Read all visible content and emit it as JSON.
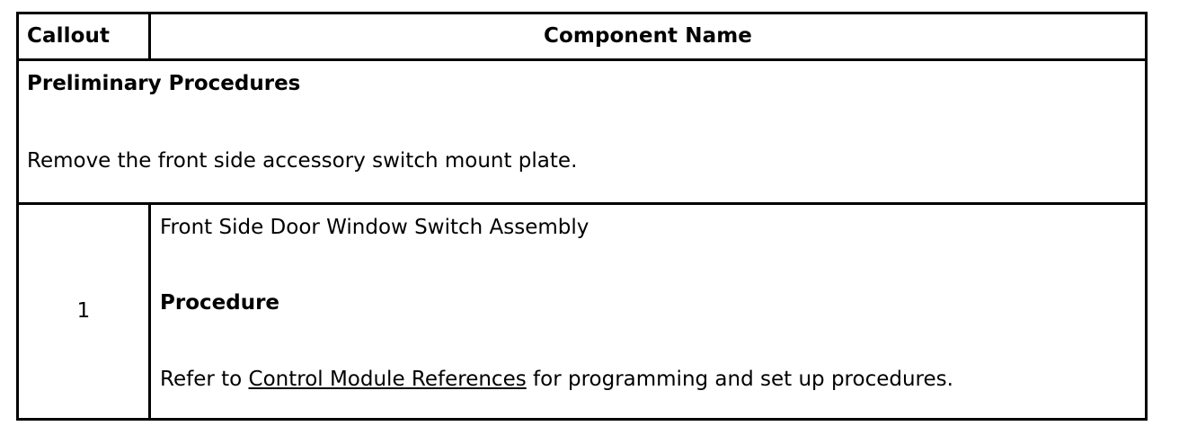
{
  "table": {
    "header": {
      "callout_label": "Callout",
      "component_label": "Component Name"
    },
    "preliminary_section": {
      "title": "Preliminary Procedures",
      "body": "Remove the front side accessory switch mount plate."
    },
    "rows": [
      {
        "callout": "1",
        "component_name": "Front Side Door Window Switch Assembly",
        "procedure_heading": "Procedure",
        "procedure_text_before_link": "Refer to ",
        "procedure_link": "Control Module References",
        "procedure_text_after_link": " for programming and set up procedures."
      }
    ]
  },
  "style": {
    "border_color": "#000000",
    "text_color": "#000000",
    "background_color": "#ffffff"
  }
}
